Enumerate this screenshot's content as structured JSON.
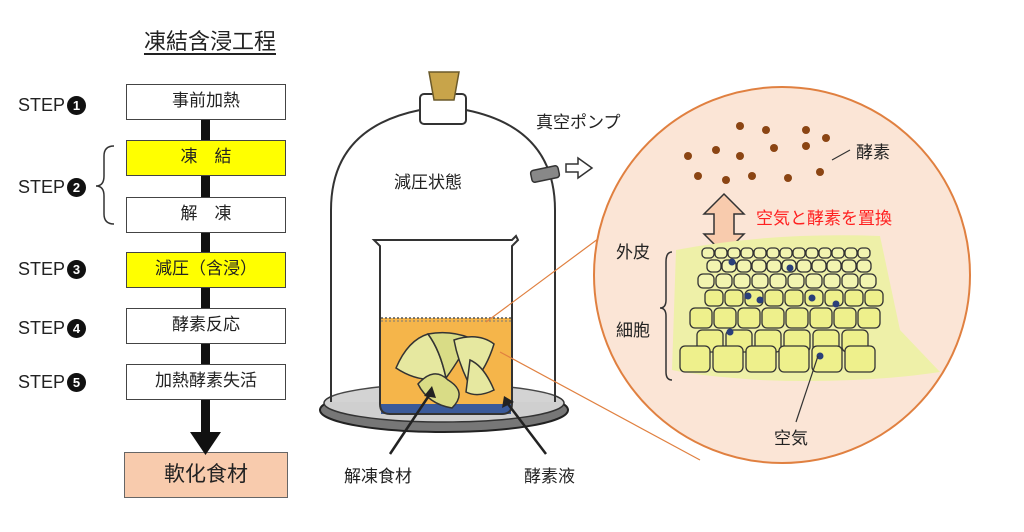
{
  "title": "凍結含浸工程",
  "steps": [
    {
      "label": "STEP",
      "num": "1",
      "box": "事前加熱"
    },
    {
      "label": "STEP",
      "num": "2",
      "box": "凍　結",
      "box2": "解　凍"
    },
    {
      "label": "STEP",
      "num": "3",
      "box": "減圧（含浸）"
    },
    {
      "label": "STEP",
      "num": "4",
      "box": "酵素反応"
    },
    {
      "label": "STEP",
      "num": "5",
      "box": "加熱酵素失活"
    }
  ],
  "final": "軟化食材",
  "labels": {
    "vacuum_pump": "真空ポンプ",
    "reduced_pressure": "減圧状態",
    "thawed_food": "解凍食材",
    "enzyme_solution": "酵素液",
    "enzyme": "酵素",
    "replace": "空気と酵素を置換",
    "outer_skin": "外皮",
    "cells": "細胞",
    "air": "空気"
  },
  "colors": {
    "yellow": "#ffff00",
    "final_fill": "#f8cbad",
    "circle_fill": "#fbe5d6",
    "circle_stroke": "#e08040",
    "liquid": "#f5b54a",
    "cell": "#e8ec9a",
    "dot": "#8b4513",
    "red_text": "#ff2020"
  },
  "icons": [
    "vacuum-pump-arrow-icon",
    "up-down-arrow-icon",
    "down-arrow-icon"
  ]
}
